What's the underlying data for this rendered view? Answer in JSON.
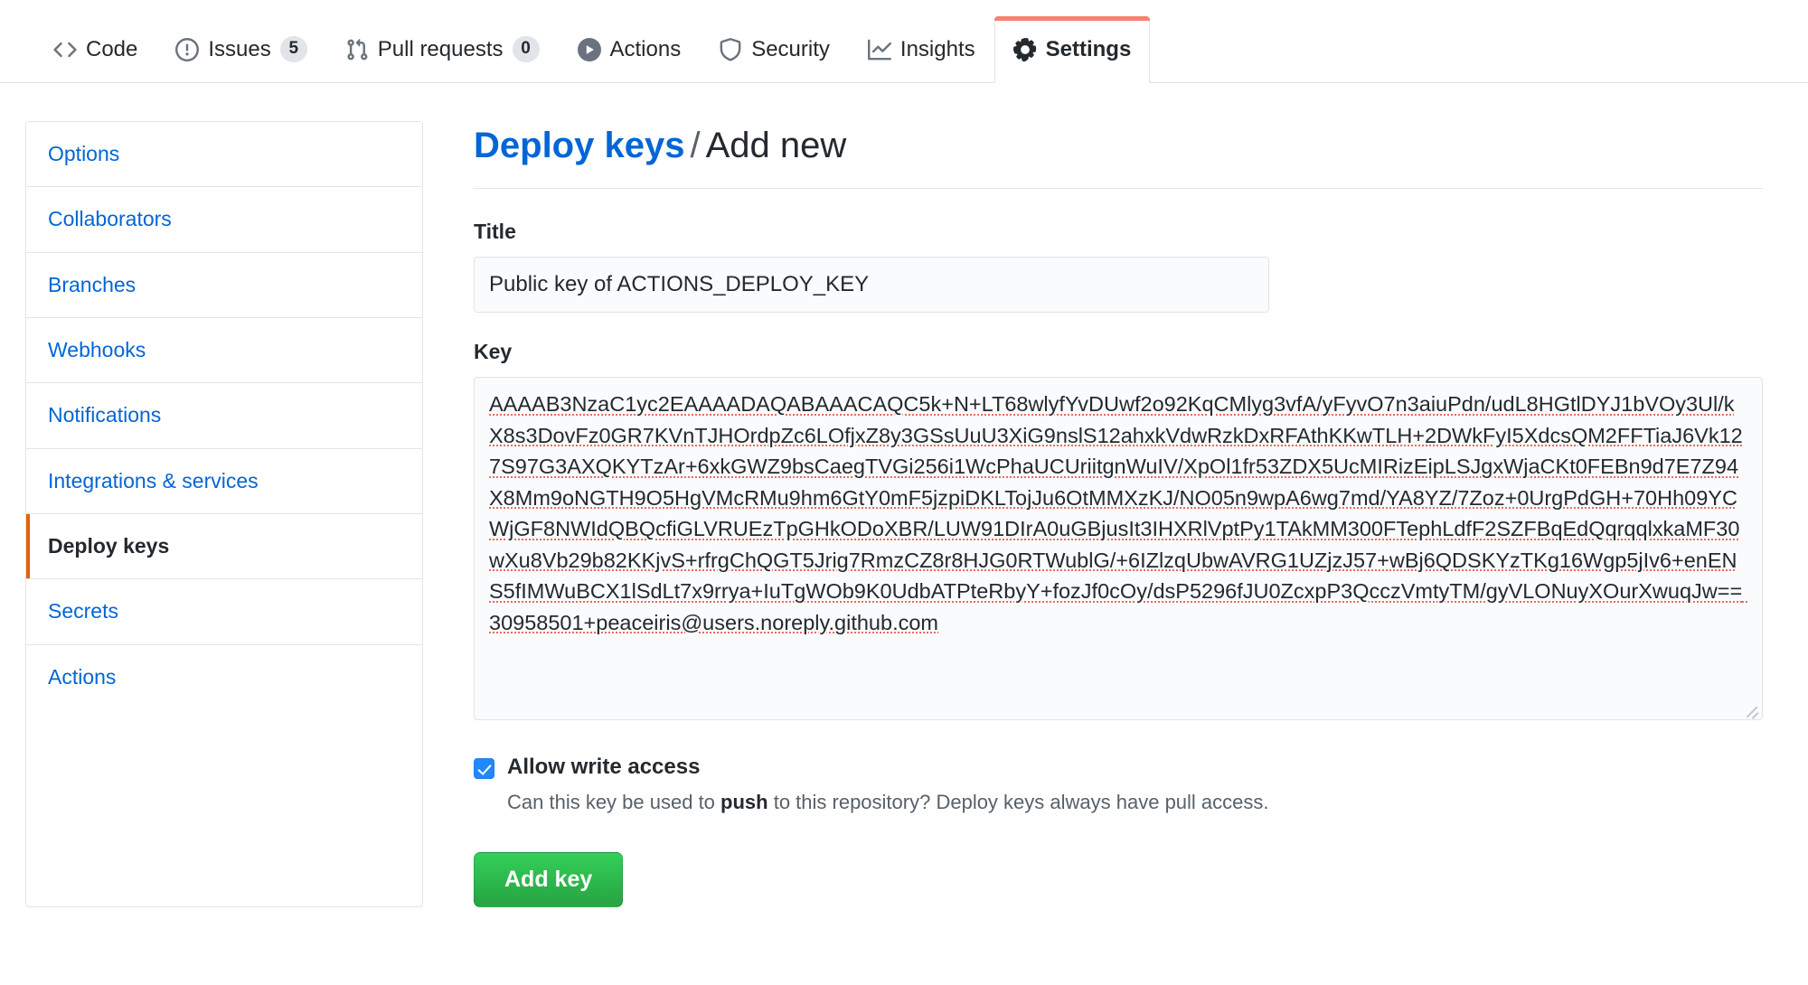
{
  "repo_nav": {
    "tabs": [
      {
        "label": "Code",
        "icon": "code-icon",
        "counter": null,
        "active": false
      },
      {
        "label": "Issues",
        "icon": "issue-opened-icon",
        "counter": "5",
        "active": false
      },
      {
        "label": "Pull requests",
        "icon": "git-pull-request-icon",
        "counter": "0",
        "active": false
      },
      {
        "label": "Actions",
        "icon": "play-icon",
        "counter": null,
        "active": false
      },
      {
        "label": "Security",
        "icon": "shield-icon",
        "counter": null,
        "active": false
      },
      {
        "label": "Insights",
        "icon": "graph-icon",
        "counter": null,
        "active": false
      },
      {
        "label": "Settings",
        "icon": "gear-icon",
        "counter": null,
        "active": true
      }
    ]
  },
  "sidebar": {
    "items": [
      {
        "label": "Options",
        "selected": false
      },
      {
        "label": "Collaborators",
        "selected": false
      },
      {
        "label": "Branches",
        "selected": false
      },
      {
        "label": "Webhooks",
        "selected": false
      },
      {
        "label": "Notifications",
        "selected": false
      },
      {
        "label": "Integrations & services",
        "selected": false
      },
      {
        "label": "Deploy keys",
        "selected": true
      },
      {
        "label": "Secrets",
        "selected": false
      },
      {
        "label": "Actions",
        "selected": false
      }
    ]
  },
  "main": {
    "heading": {
      "parent": "Deploy keys",
      "separator": "/",
      "current": "Add new"
    },
    "title_field": {
      "label": "Title",
      "value": "Public key of ACTIONS_DEPLOY_KEY",
      "placeholder": "Title"
    },
    "key_field": {
      "label": "Key",
      "value": "AAAAB3NzaC1yc2EAAAADAQABAAACAQC5k+N+LT68wlyfYvDUwf2o92KqCMlyg3vfA/yFyvO7n3aiuPdn/udL8HGtlDYJ1bVOy3Ul/kX8s3DovFz0GR7KVnTJHOrdpZc6LOfjxZ8y3GSsUuU3XiG9nslS12ahxkVdwRzkDxRFAthKKwTLH+2DWkFyI5XdcsQM2FFTiaJ6Vk127S97G3AXQKYTzAr+6xkGWZ9bsCaegTVGi256i1WcPhaUCUriitgnWuIV/XpOl1fr53ZDX5UcMIRizEipLSJgxWjaCKt0FEBn9d7E7Z94X8Mm9oNGTH9O5HgVMcRMu9hm6GtY0mF5jzpiDKLTojJu6OtMMXzKJ/NO05n9wpA6wg7md/YA8YZ/7Zoz+0UrgPdGH+70Hh09YCWjGF8NWIdQBQcfiGLVRUEzTpGHkODoXBR/LUW91DIrA0uGBjusIt3IHXRlVptPy1TAkMM300FTephLdfF2SZFBqEdQqrqqlxkaMF30wXu8Vb29b82KKjvS+rfrgChQGT5Jrig7RmzCZ8r8HJG0RTWublG/+6IZlzqUbwAVRG1UZjzJ57+wBj6QDSKYzTKg16Wgp5jIv6+enENS5fIMWuBCX1lSdLt7x9rrya+IuTgWOb9K0UdbATPteRbyY+fozJf0cOy/dsP5296fJU0ZcxpP3QcczVmtyTM/gyVLONuyXOurXwuqJw== 30958501+peaceiris@users.noreply.github.com"
    },
    "write_access": {
      "checked": true,
      "label": "Allow write access",
      "note_before": "Can this key be used to ",
      "note_bold": "push",
      "note_after": " to this repository? Deploy keys always have pull access."
    },
    "submit_label": "Add key"
  },
  "colors": {
    "link": "#0366d6",
    "active_tab_bar": "#f9826c",
    "selected_side_bar": "#e36209",
    "button_green": "#28a745",
    "checkbox_blue": "#2188ff",
    "spellcheck_red": "#e65046"
  }
}
